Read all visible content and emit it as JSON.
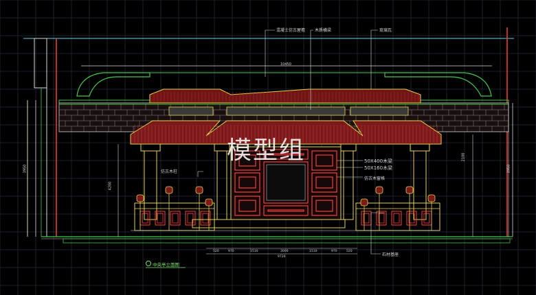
{
  "drawing": {
    "watermark": "模型组",
    "callouts_top": [
      "混凝土仿古屋檐",
      "木质横梁",
      "琉璃瓦"
    ],
    "callouts_left": [
      "仿古木柱"
    ],
    "callouts_right": [
      "50X400木梁",
      "50X160木梁",
      "仿古木窗格",
      "石材基座"
    ],
    "title": "中央亭立面图",
    "dims_top": "10450",
    "dims_left_outer": "3950",
    "dims_left_inner": "4200",
    "dims_right": "2100",
    "dims_right_outer": "3950",
    "dims_bottom": [
      "520",
      "970",
      "1510",
      "3000",
      "1510",
      "970",
      "520"
    ],
    "dims_bottom_total": "9720",
    "colors": {
      "background": "#000000",
      "grid": "#1a1f2a",
      "roof": "#8b1e1e",
      "structure_yellow": "#e8d44d",
      "line_green": "#43c94a",
      "line_red": "#ff3b3b",
      "line_white": "#d9d9d9",
      "line_cyan": "#5bd3e8"
    }
  }
}
